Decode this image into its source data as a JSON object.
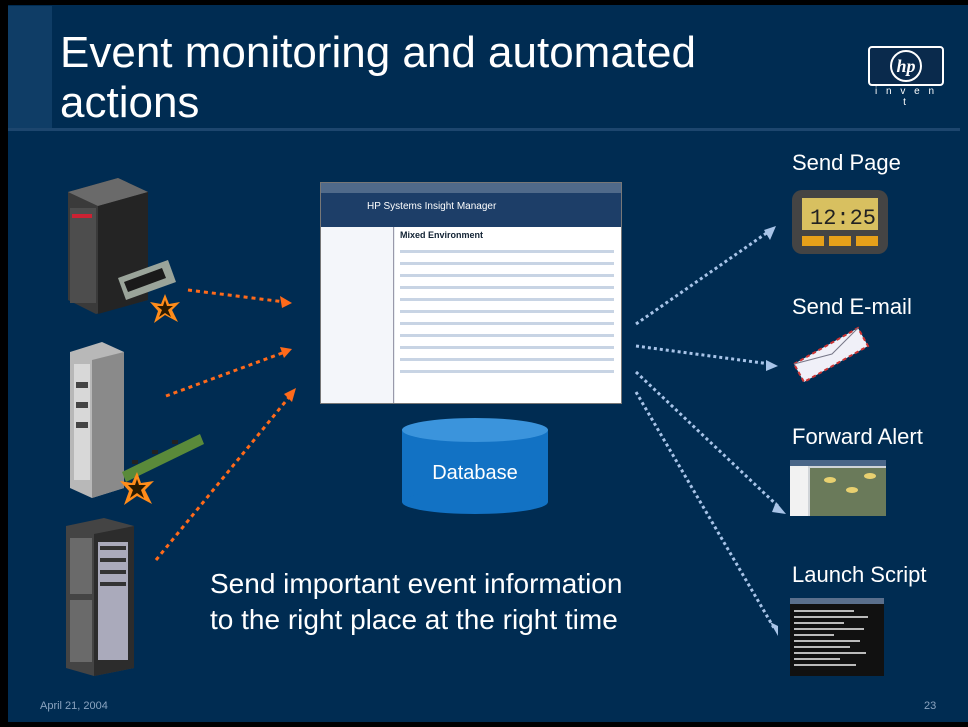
{
  "slide": {
    "title": "Event monitoring and automated actions",
    "logo_text": "i n v e n t",
    "logo_mark": "hp",
    "center_label": "Database",
    "tagline_line1": "Send important event information",
    "tagline_line2": "to the right place at the right time",
    "footer_date": "April 21, 2004",
    "page_number": "23",
    "actions": [
      {
        "label": "Send Page",
        "icon": "pager-icon"
      },
      {
        "label": "Send E-mail",
        "icon": "envelope-icon"
      },
      {
        "label": "Forward Alert",
        "icon": "alert-console-icon"
      },
      {
        "label": "Launch Script",
        "icon": "terminal-icon"
      }
    ],
    "screenshot": {
      "app_name": "HP Systems Insight Manager",
      "panel_title": "Mixed Environment"
    },
    "pager_time": "12:25",
    "colors": {
      "background": "#002c52",
      "arrow_orange": "#ff6a1a",
      "arrow_dotted": "#a8c4e8"
    }
  }
}
